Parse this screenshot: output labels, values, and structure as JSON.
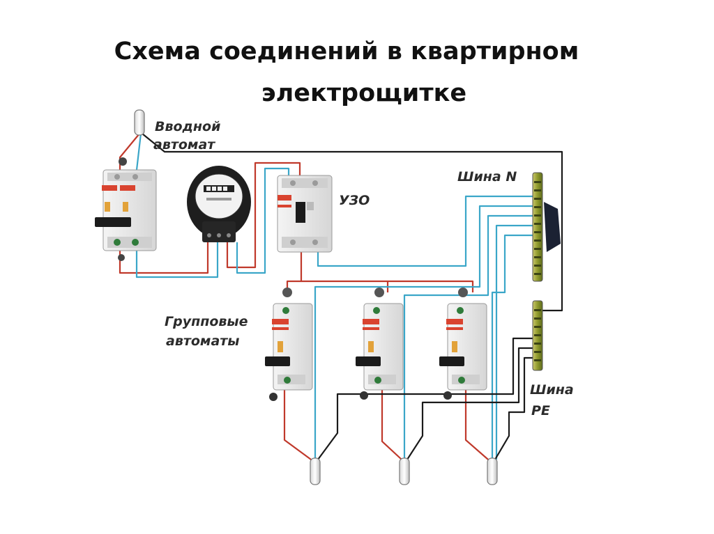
{
  "title": {
    "line1": "Схема соединений в квартирном",
    "line2": "электрощитке"
  },
  "labels": {
    "main_breaker": [
      "Вводной",
      "автомат"
    ],
    "rcd": "УЗО",
    "n_bus": "Шина N",
    "group_breakers": [
      "Групповые",
      "автоматы"
    ],
    "pe_bus": [
      "Шина",
      "PE"
    ]
  },
  "colors": {
    "phase": "#c0392b",
    "neutral": "#3aa6c8",
    "ground": "#1a1a1a",
    "device_body": "#e8e8e8",
    "breaker_tag": "#d9432f",
    "bus_bar": "#8a9a2a"
  },
  "icons": {
    "main_breaker": "double-pole-breaker-icon",
    "meter": "electric-meter-icon",
    "rcd": "rcd-device-icon",
    "n_bus": "neutral-bus-bar-icon",
    "pe_bus": "ground-bus-bar-icon",
    "group_breaker": "single-pole-breaker-icon",
    "cable": "cable-end-icon"
  }
}
